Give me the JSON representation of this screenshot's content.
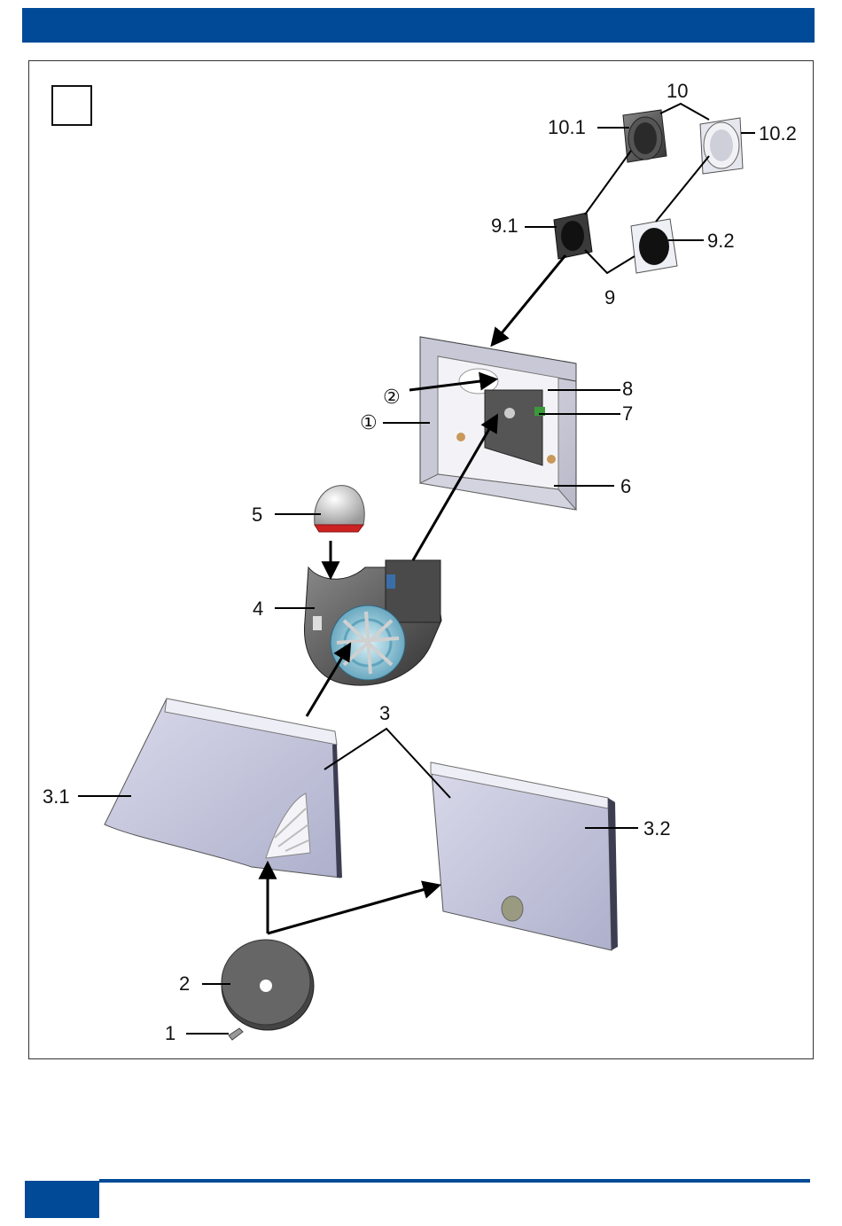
{
  "labels": {
    "l10": "10",
    "l10_1": "10.1",
    "l10_2": "10.2",
    "l9_1": "9.1",
    "l9_2": "9.2",
    "l9": "9",
    "l8": "8",
    "l7": "7",
    "c2": "②",
    "c1": "①",
    "l6": "6",
    "l5": "5",
    "l4": "4",
    "l3": "3",
    "l3_1": "3.1",
    "l3_2": "3.2",
    "l2": "2",
    "l1": "1"
  }
}
